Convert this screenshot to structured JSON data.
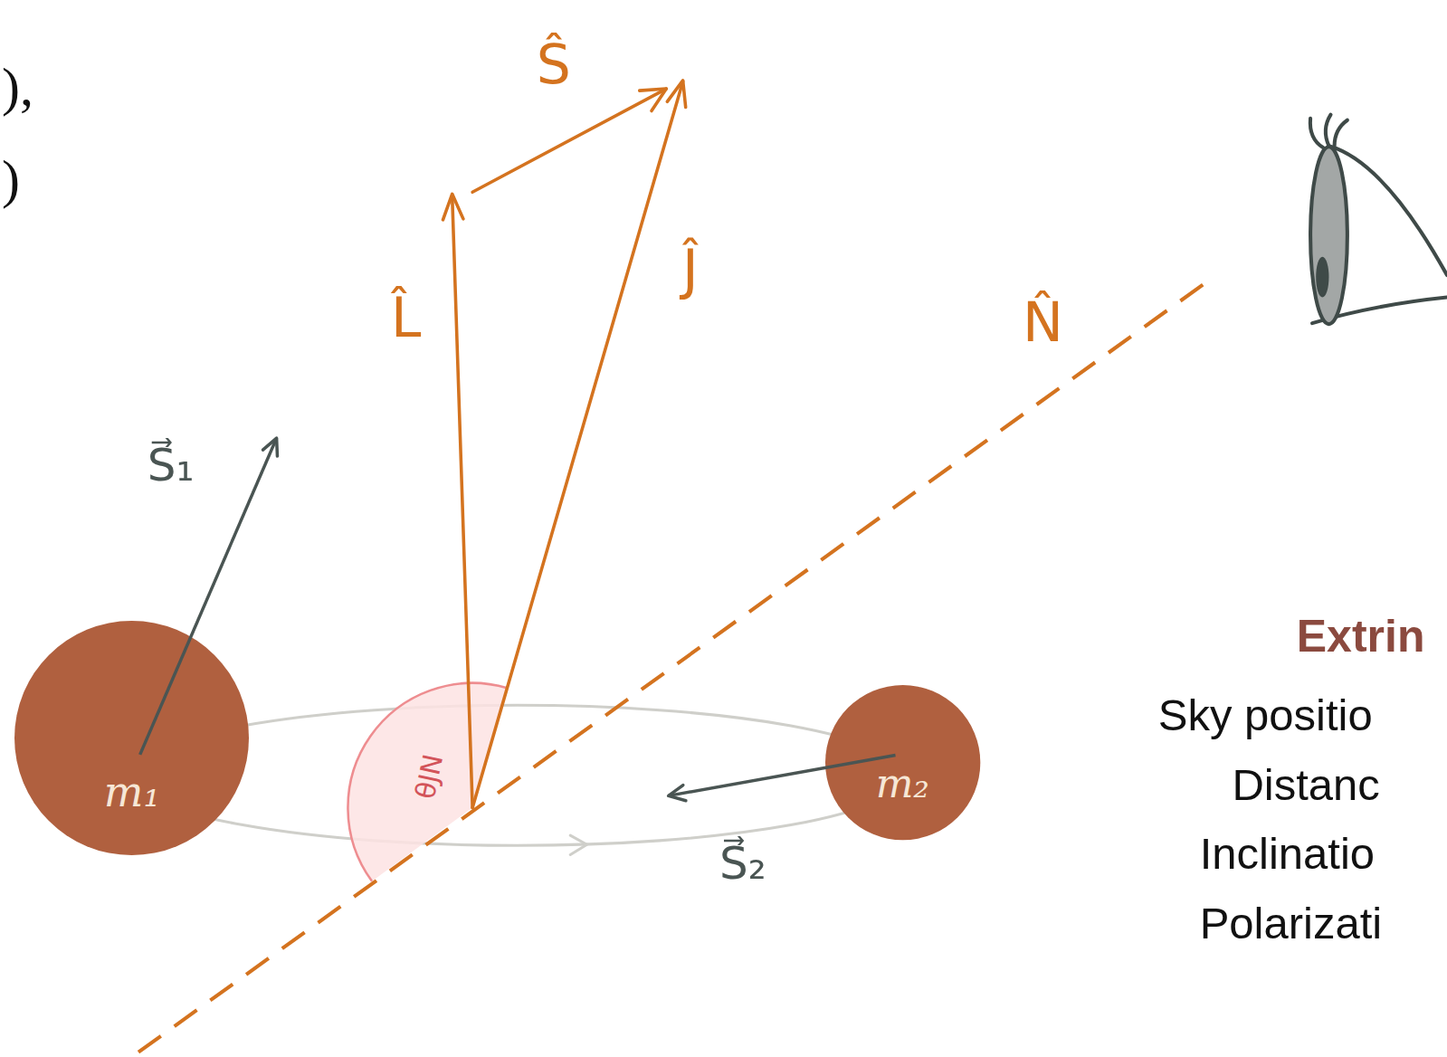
{
  "diagram": {
    "nodes": [
      {
        "text": [
          "m₁"
        ]
      },
      {
        "text": [
          "m₂"
        ]
      }
    ],
    "labels": [
      "),",
      ")",
      "Ŝ",
      "L̂",
      "Ĵ",
      "N̂",
      "θJN",
      "S⃗₁",
      "S⃗₂",
      "Extrin",
      "Sky positio",
      "Distanc",
      "Inclinatio",
      "Polarizati"
    ]
  }
}
